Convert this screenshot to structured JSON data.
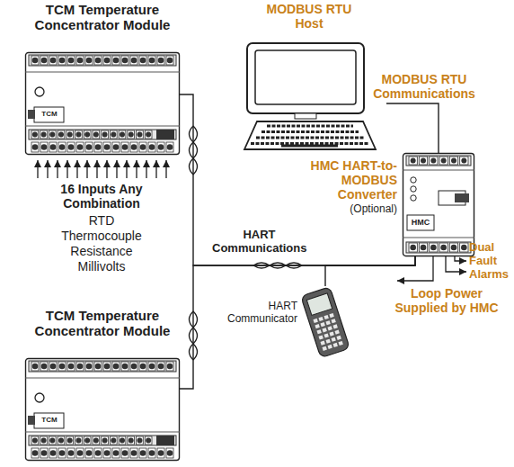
{
  "diagram": {
    "nodes": [
      {
        "text": [
          "TCM Temperature Concentrator Module"
        ]
      },
      {
        "text": [
          "MODBUS RTU Host"
        ]
      },
      {
        "text": [
          "HMC HART-to-MODBUS Converter",
          "(Optional)"
        ]
      },
      {
        "text": [
          "HART Communicator"
        ]
      },
      {
        "text": [
          "TCM Temperature Concentrator Module"
        ]
      }
    ],
    "edges": [
      {
        "from": 0,
        "to": 2,
        "arrow": "none",
        "label": "HART Communications"
      },
      {
        "from": 4,
        "to": 2,
        "arrow": "none"
      },
      {
        "from": 3,
        "to": 2,
        "arrow": "none"
      },
      {
        "from": 1,
        "to": 2,
        "arrow": "none",
        "label": "MODBUS RTU Communications"
      }
    ],
    "labels": [
      "TCM",
      "16 Inputs Any Combination",
      "RTD",
      "Thermocouple",
      "Resistance",
      "Millivolts",
      "HMC",
      "Dual Fault Alarms",
      "Loop Power Supplied by HMC",
      "TCM"
    ]
  }
}
